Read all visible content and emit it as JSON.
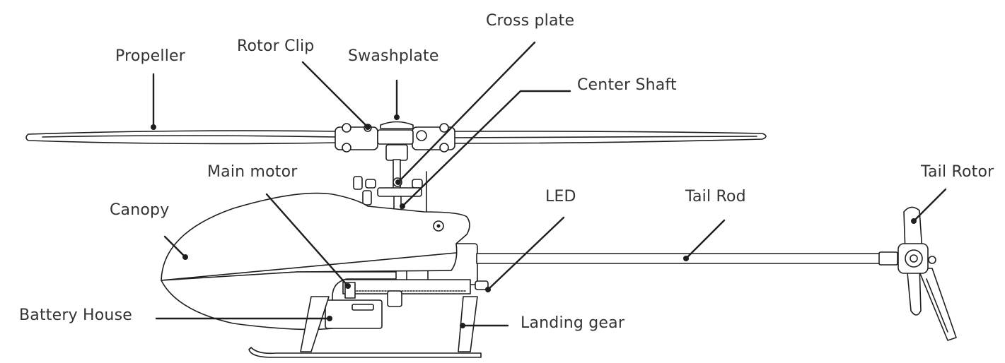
{
  "labels": {
    "propeller": "Propeller",
    "rotor_clip": "Rotor Clip",
    "swashplate": "Swashplate",
    "cross_plate": "Cross plate",
    "center_shaft": "Center Shaft",
    "main_motor": "Main motor",
    "canopy": "Canopy",
    "battery_house": "Battery House",
    "led": "LED",
    "tail_rod": "Tail Rod",
    "tail_rotor": "Tail Rotor",
    "landing_gear": "Landing gear"
  },
  "colors": {
    "line": "#1e1e1e",
    "text": "#333333",
    "background": "#ffffff"
  }
}
